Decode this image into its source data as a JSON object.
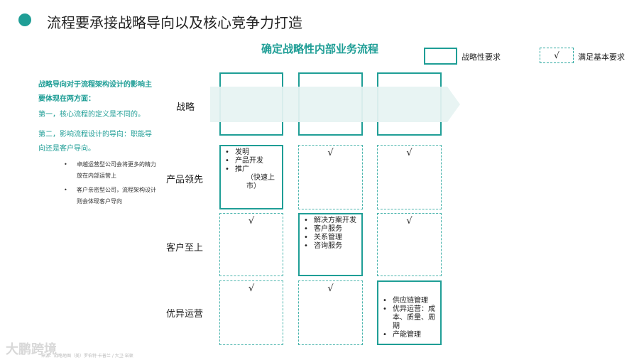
{
  "title": "流程要承接战略导向以及核心竞争力打造",
  "subtitle": "确定战略性内部业务流程",
  "legend": {
    "solid_label": "战略性要求",
    "dashed_mark": "√",
    "dashed_label": "满足基本要求"
  },
  "intro": {
    "heading": "战略导向对于流程架构设计的影响主要体现在两方面：",
    "point1": "第一，核心流程的定义是不同的。",
    "point2": "第二，影响流程设计的导向：职能导向还是客户导向。",
    "bullets": [
      "卓越运营型公司会将更多的精力放在内部运营上",
      "客户亲密型公司，流程架构设计则会体现客户导向"
    ]
  },
  "rows": {
    "strategy": "战略",
    "product": "产品领先",
    "customer": "客户至上",
    "operation": "优异运营"
  },
  "cells": {
    "product_1": [
      "发明",
      "产品开发",
      "推广"
    ],
    "product_1_note": "（快速上市）",
    "customer_2": [
      "解决方案开发",
      "客户服务",
      "关系管理",
      "咨询服务"
    ],
    "operation_3": [
      "供应链管理",
      "优异运营：成本、质量、周期",
      "产能管理"
    ],
    "check": "√"
  },
  "watermark": {
    "logo": "大鹏跨境",
    "small": "来源：战略地图（美）罗伯特·卡普兰 / 大卫·诺顿"
  },
  "colors": {
    "accent": "#1f9e96",
    "arrow": "#e6f3f2"
  }
}
